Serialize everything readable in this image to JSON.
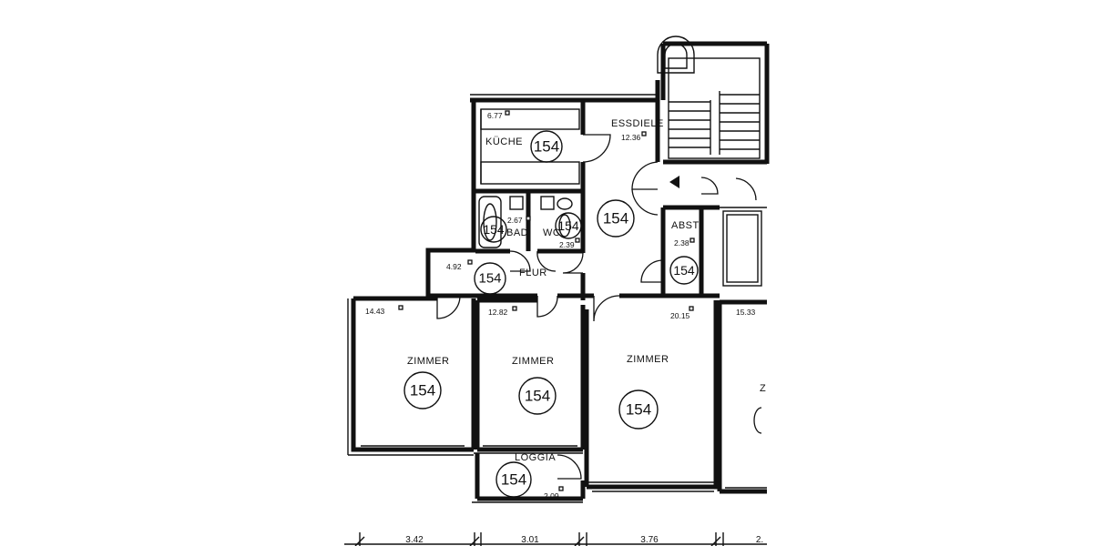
{
  "rooms": {
    "kueche": {
      "name": "KÜCHE",
      "area": "6.77",
      "zone": "154"
    },
    "essdiele": {
      "name": "ESSDIELE",
      "area": "12.36",
      "zone": "154"
    },
    "bad": {
      "name": "BAD",
      "area": "2.67",
      "zone": "154"
    },
    "wc": {
      "name": "WC",
      "area": "2.39",
      "zone": "154"
    },
    "abst": {
      "name": "ABST.",
      "area": "2.38",
      "zone": "154"
    },
    "flur": {
      "name": "FLUR",
      "area": "4.92",
      "zone": "154"
    },
    "zimmer1": {
      "name": "ZIMMER",
      "area": "14.43",
      "zone": "154"
    },
    "zimmer2": {
      "name": "ZIMMER",
      "area": "12.82",
      "zone": "154"
    },
    "zimmer3": {
      "name": "ZIMMER",
      "area": "20.15",
      "zone": "154"
    },
    "zimmer4": {
      "name": "Z",
      "area": "15.33"
    },
    "loggia": {
      "name": "LOGGIA",
      "area": "2.09",
      "zone": "154"
    }
  },
  "dimensions": [
    "3.42",
    "3.01",
    "3.76",
    "2."
  ],
  "colors": {
    "line": "#111111",
    "paper": "#ffffff"
  }
}
